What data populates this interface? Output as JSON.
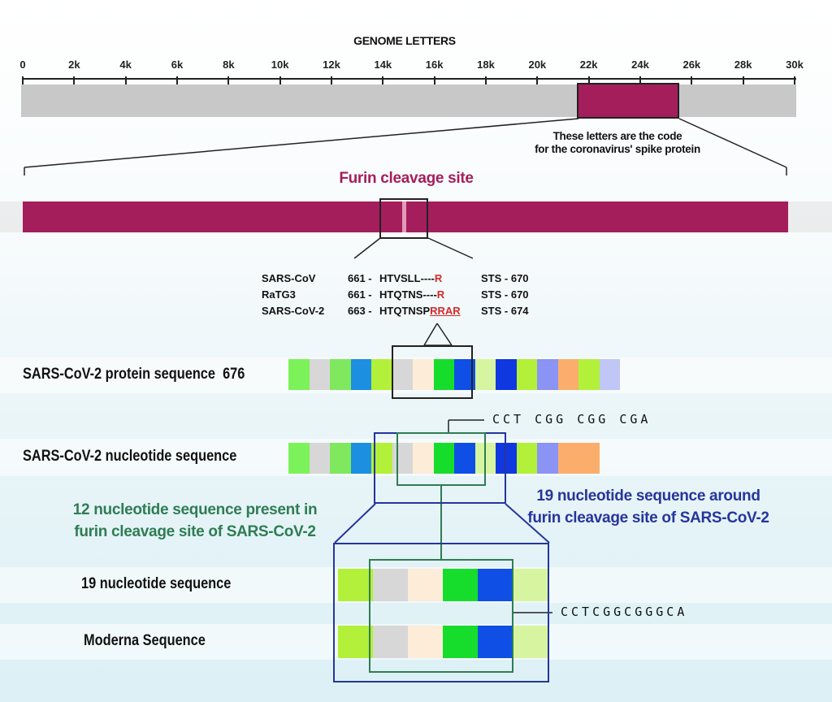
{
  "axis": {
    "title": "GENOME LETTERS",
    "ticks": [
      "0",
      "2k",
      "4k",
      "6k",
      "8k",
      "10k",
      "12k",
      "14k",
      "16k",
      "18k",
      "20k",
      "22k",
      "24k",
      "26k",
      "28k",
      "30k"
    ]
  },
  "spike_note": {
    "line1": "These letters are the code",
    "line2": "for the coronavirus' spike protein"
  },
  "furin_label": "Furin cleavage site",
  "alignment": {
    "rows": [
      {
        "name": "SARS-CoV",
        "start": "661 -",
        "seq": "HTVSLL",
        "gap": "----",
        "highlight": "R",
        "tail": "STS - 670"
      },
      {
        "name": "RaTG3",
        "start": "661 -",
        "seq": "HTQTNS",
        "gap": "----",
        "highlight": "R",
        "tail": "STS - 670"
      },
      {
        "name": "SARS-CoV-2",
        "start": "663 -",
        "seq": "HTQTNSP",
        "gap": "",
        "highlight": "RRAR",
        "tail": "STS - 674"
      }
    ]
  },
  "rows": {
    "protein": {
      "label": "SARS-CoV-2 protein sequence",
      "number": "676"
    },
    "nucleotide": {
      "label": "SARS-CoV-2 nucleotide sequence"
    },
    "nineteen": {
      "label": "19 nucleotide sequence"
    },
    "moderna": {
      "label": "Moderna Sequence"
    }
  },
  "codon_text": "CCT CGG CGG CGA",
  "moderna_match_text": "CCTCGGCGGGCA",
  "green_note": {
    "line1": "12 nucleotide sequence present in",
    "line2": "furin cleavage site of SARS-CoV-2"
  },
  "blue_note": {
    "line1": "19 nucleotide sequence around",
    "line2": "furin cleavage site of SARS-CoV-2"
  },
  "colors": {
    "spike": "#a51e5c",
    "genome_bar": "#c8c8c8",
    "green_note": "#2e7d52",
    "blue_note": "#26359b",
    "blocks": {
      "lime": "#7cf25a",
      "grey": "#d7d7d7",
      "lime2": "#7fe85e",
      "sky": "#1c8fe0",
      "yellowgreen": "#b2f03a",
      "cream": "#fdecd8",
      "green": "#16dd2c",
      "blue": "#0f4fe6",
      "palelime": "#d7f5a0",
      "royal": "#1038e0",
      "lavender": "#8b93f5",
      "orange": "#fbae6b",
      "pale": "#c0c6f5"
    }
  },
  "sequences": {
    "protein": [
      "lime",
      "grey",
      "lime2",
      "sky",
      "yellowgreen",
      "grey",
      "cream",
      "green",
      "blue",
      "palelime",
      "royal",
      "yellowgreen",
      "lavender",
      "orange",
      "yellowgreen",
      "pale"
    ],
    "nucleotide": [
      "lime",
      "grey",
      "lime2",
      "sky",
      "yellowgreen",
      "grey",
      "cream",
      "green",
      "blue",
      "palelime",
      "royal",
      "yellowgreen",
      "lavender",
      "orange",
      "orange"
    ],
    "nineteen": [
      "yellowgreen",
      "grey",
      "cream",
      "green",
      "blue",
      "palelime"
    ],
    "moderna": [
      "yellowgreen",
      "grey",
      "cream",
      "green",
      "blue",
      "palelime"
    ]
  }
}
